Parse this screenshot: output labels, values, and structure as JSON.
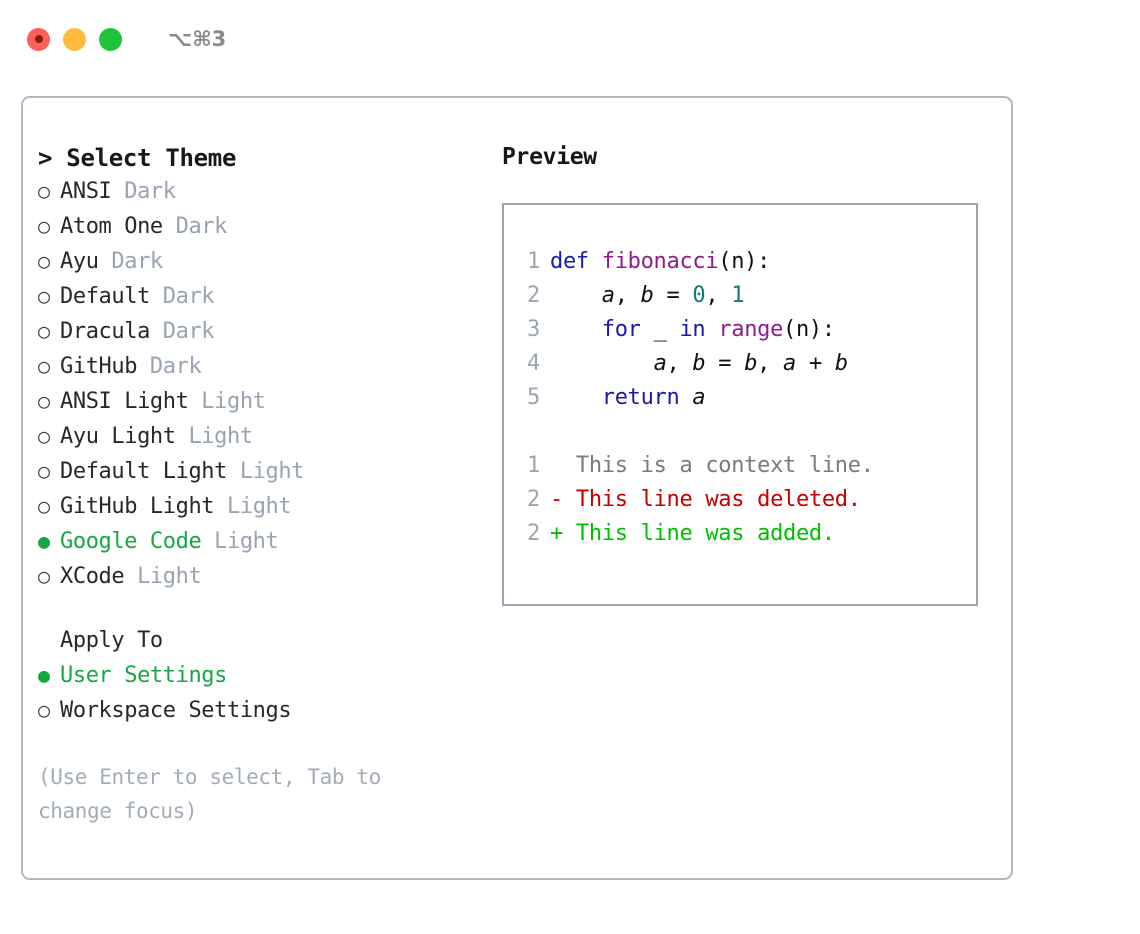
{
  "window": {
    "traffic_lights": [
      "close",
      "minimize",
      "maximize"
    ],
    "shortcut_hint": "⌥⌘3"
  },
  "theme_panel": {
    "header": "> Select Theme",
    "bullet_selected": "●",
    "bullet_unselected": "○",
    "selected_theme": "Google Code",
    "accent_color": "#17a844",
    "muted_color": "#98a3b3",
    "items": [
      {
        "name": "ANSI",
        "kind": "Dark",
        "selected": false
      },
      {
        "name": "Atom One",
        "kind": "Dark",
        "selected": false
      },
      {
        "name": "Ayu",
        "kind": "Dark",
        "selected": false
      },
      {
        "name": "Default",
        "kind": "Dark",
        "selected": false
      },
      {
        "name": "Dracula",
        "kind": "Dark",
        "selected": false
      },
      {
        "name": "GitHub",
        "kind": "Dark",
        "selected": false
      },
      {
        "name": "ANSI Light",
        "kind": "Light",
        "selected": false
      },
      {
        "name": "Ayu Light",
        "kind": "Light",
        "selected": false
      },
      {
        "name": "Default Light",
        "kind": "Light",
        "selected": false
      },
      {
        "name": "GitHub Light",
        "kind": "Light",
        "selected": false
      },
      {
        "name": "Google Code",
        "kind": "Light",
        "selected": true
      },
      {
        "name": "XCode",
        "kind": "Light",
        "selected": false
      }
    ]
  },
  "apply_to": {
    "header": "Apply To",
    "selected_option": "User Settings",
    "options": [
      {
        "label": "User Settings",
        "selected": true
      },
      {
        "label": "Workspace Settings",
        "selected": false
      }
    ]
  },
  "hint": {
    "text": "(Use Enter to select, Tab to change focus)"
  },
  "preview": {
    "header": "Preview",
    "code_lines": [
      {
        "number": "1",
        "tokens": [
          {
            "text": "def ",
            "type": "kw"
          },
          {
            "text": "fibonacci",
            "type": "fn"
          },
          {
            "text": "(n):",
            "type": "plain"
          }
        ]
      },
      {
        "number": "2",
        "tokens": [
          {
            "text": "    ",
            "type": "plain"
          },
          {
            "text": "a",
            "type": "var"
          },
          {
            "text": ", ",
            "type": "plain"
          },
          {
            "text": "b",
            "type": "var"
          },
          {
            "text": " = ",
            "type": "plain"
          },
          {
            "text": "0",
            "type": "num"
          },
          {
            "text": ", ",
            "type": "plain"
          },
          {
            "text": "1",
            "type": "num"
          }
        ]
      },
      {
        "number": "3",
        "tokens": [
          {
            "text": "    ",
            "type": "plain"
          },
          {
            "text": "for",
            "type": "kw"
          },
          {
            "text": " _ ",
            "type": "plain"
          },
          {
            "text": "in",
            "type": "kw"
          },
          {
            "text": " ",
            "type": "plain"
          },
          {
            "text": "range",
            "type": "fn"
          },
          {
            "text": "(n):",
            "type": "plain"
          }
        ]
      },
      {
        "number": "4",
        "tokens": [
          {
            "text": "        ",
            "type": "plain"
          },
          {
            "text": "a",
            "type": "var"
          },
          {
            "text": ", ",
            "type": "plain"
          },
          {
            "text": "b",
            "type": "var"
          },
          {
            "text": " = ",
            "type": "plain"
          },
          {
            "text": "b",
            "type": "var"
          },
          {
            "text": ", ",
            "type": "plain"
          },
          {
            "text": "a",
            "type": "var"
          },
          {
            "text": " + ",
            "type": "plain"
          },
          {
            "text": "b",
            "type": "var"
          }
        ]
      },
      {
        "number": "5",
        "tokens": [
          {
            "text": "    ",
            "type": "plain"
          },
          {
            "text": "return",
            "type": "kw"
          },
          {
            "text": " ",
            "type": "plain"
          },
          {
            "text": "a",
            "type": "var"
          }
        ]
      }
    ],
    "diff_lines": [
      {
        "number": "1",
        "marker": " ",
        "text": " This is a context line.",
        "kind": "ctx"
      },
      {
        "number": "2",
        "marker": "-",
        "text": " This line was deleted.",
        "kind": "del"
      },
      {
        "number": "2",
        "marker": "+",
        "text": " This line was added.",
        "kind": "add"
      }
    ],
    "colors": {
      "keyword": "#1a1aaf",
      "function": "#8d1c8d",
      "number": "#0c7b7b",
      "variable": "#111111",
      "gutter": "#9aa5b1",
      "diff_context": "#7b7b7b",
      "diff_deleted": "#c40000",
      "diff_added": "#00bf00"
    }
  }
}
